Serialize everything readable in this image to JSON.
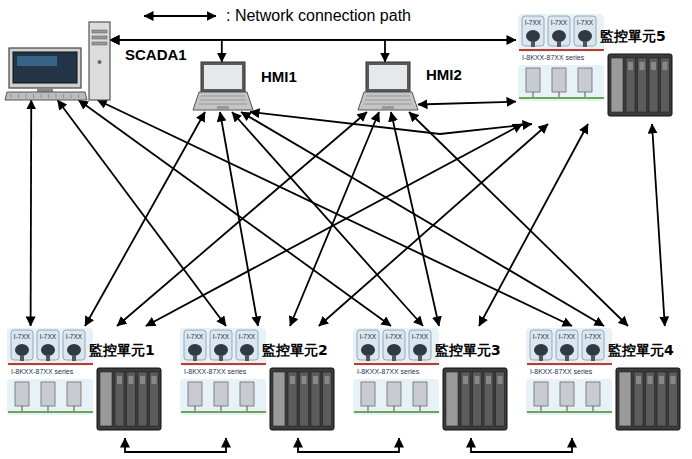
{
  "diagram": {
    "nodes": [
      {
        "text": [
          "SCADA1"
        ]
      },
      {
        "text": [
          "HMI1"
        ]
      },
      {
        "text": [
          "HMI2"
        ]
      },
      {
        "text": [
          "監控單元5",
          "I-7XX",
          "I-7XX",
          "I-7XX",
          "I-8KXX-87XX series"
        ]
      },
      {
        "text": [
          "監控單元1",
          "I-7XX",
          "I-7XX",
          "I-7XX",
          "I-8KXX-87XX series"
        ]
      },
      {
        "text": [
          "監控單元2",
          "I-7XX",
          "I-7XX",
          "I-7XX",
          "I-8KXX-87XX series"
        ]
      },
      {
        "text": [
          "監控單元3",
          "I-7XX",
          "I-7XX",
          "I-7XX",
          "I-8KXX-87XX series"
        ]
      },
      {
        "text": [
          "監控單元4",
          "I-7XX",
          "I-7XX",
          "I-7XX",
          "I-8KXX-87XX series"
        ]
      }
    ],
    "edges": [
      {
        "from": 0,
        "to": 1,
        "arrow": "both"
      },
      {
        "from": 0,
        "to": 2,
        "arrow": "both"
      },
      {
        "from": 0,
        "to": 3,
        "arrow": "both"
      },
      {
        "from": 0,
        "to": 4,
        "arrow": "both"
      },
      {
        "from": 0,
        "to": 5,
        "arrow": "both"
      },
      {
        "from": 0,
        "to": 6,
        "arrow": "both"
      },
      {
        "from": 0,
        "to": 7,
        "arrow": "both"
      },
      {
        "from": 1,
        "to": 3,
        "arrow": "both"
      },
      {
        "from": 1,
        "to": 4,
        "arrow": "both"
      },
      {
        "from": 1,
        "to": 5,
        "arrow": "both"
      },
      {
        "from": 1,
        "to": 6,
        "arrow": "both"
      },
      {
        "from": 1,
        "to": 7,
        "arrow": "both"
      },
      {
        "from": 2,
        "to": 3,
        "arrow": "both"
      },
      {
        "from": 2,
        "to": 4,
        "arrow": "both"
      },
      {
        "from": 2,
        "to": 5,
        "arrow": "both"
      },
      {
        "from": 2,
        "to": 6,
        "arrow": "both"
      },
      {
        "from": 2,
        "to": 7,
        "arrow": "both"
      },
      {
        "from": 3,
        "to": 4,
        "arrow": "both"
      },
      {
        "from": 3,
        "to": 5,
        "arrow": "both"
      },
      {
        "from": 3,
        "to": 6,
        "arrow": "both"
      },
      {
        "from": 3,
        "to": 7,
        "arrow": "both"
      },
      {
        "from": 4,
        "to": 5,
        "arrow": "both"
      },
      {
        "from": 5,
        "to": 6,
        "arrow": "both"
      },
      {
        "from": 6,
        "to": 7,
        "arrow": "both"
      }
    ],
    "legend": [
      {
        "text": ": Network connection path"
      }
    ]
  }
}
